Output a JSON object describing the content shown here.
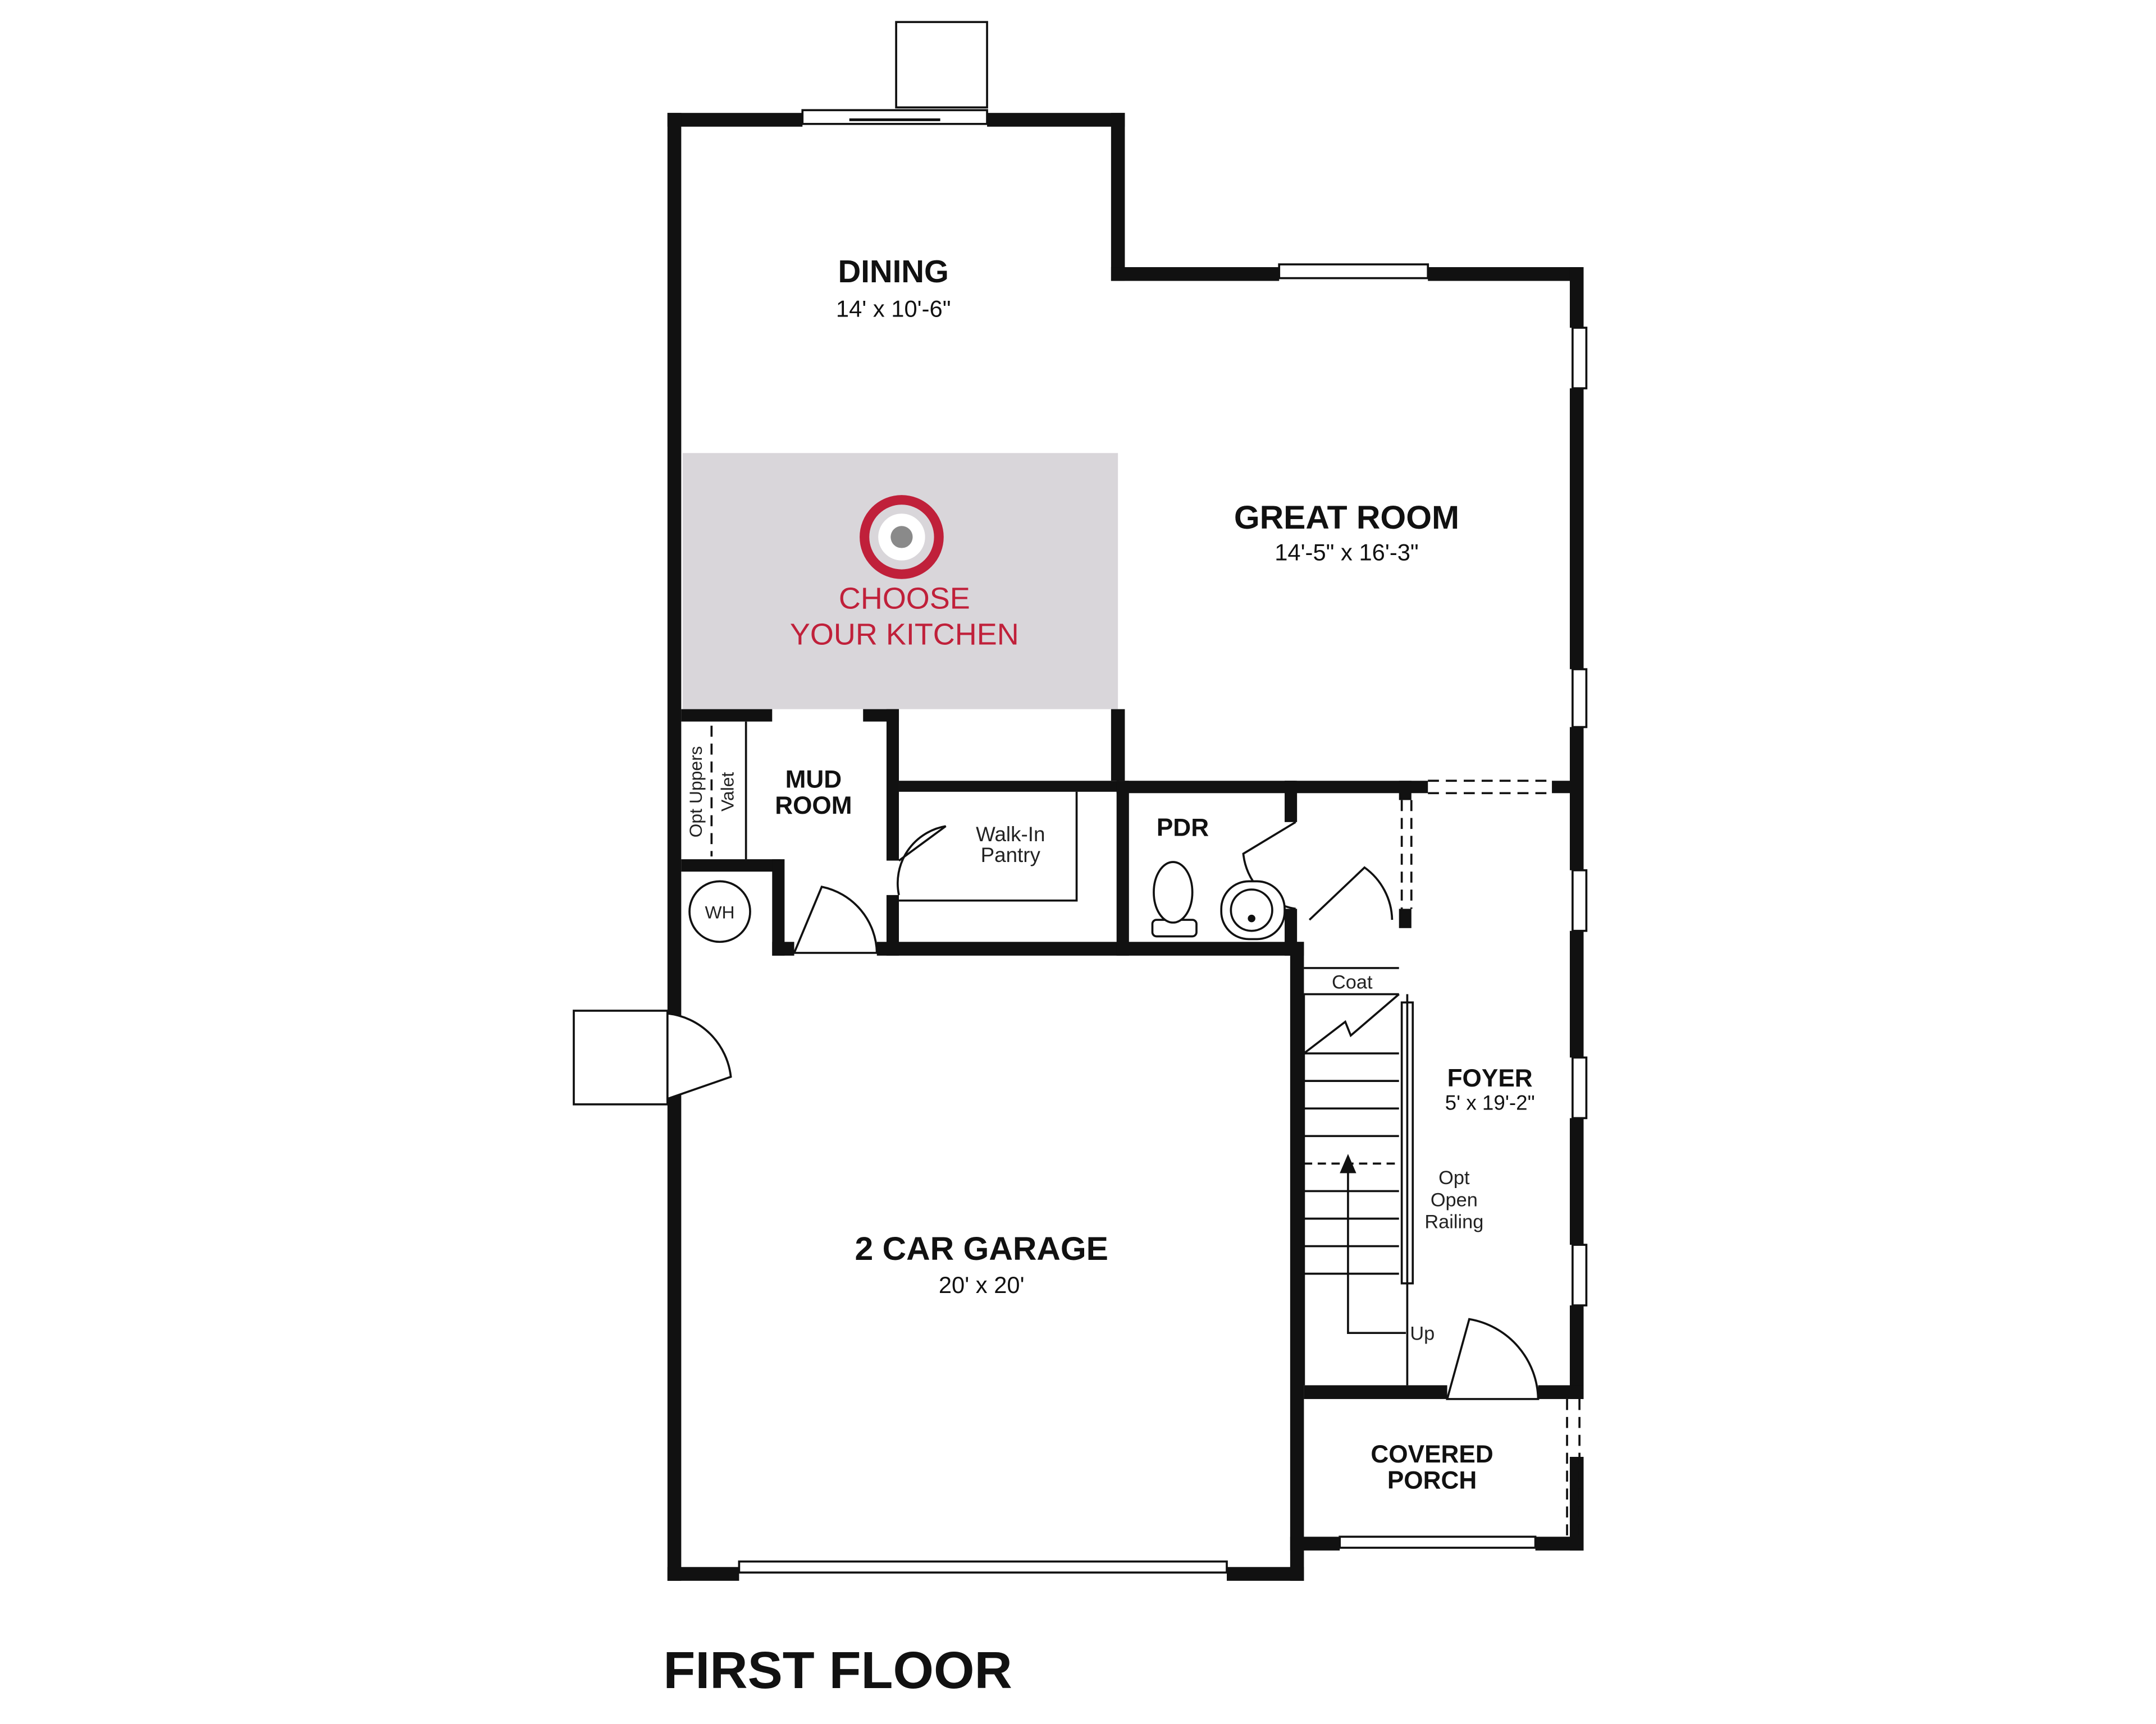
{
  "colors": {
    "wall": "#111111",
    "kitchen_highlight": "#d9d6da",
    "accent": "#c0203a",
    "target_center": "#8a8a8a"
  },
  "floor_title": "FIRST FLOOR",
  "kitchen_cta": {
    "line1": "CHOOSE",
    "line2": "YOUR KITCHEN",
    "icon": "target-icon"
  },
  "rooms": {
    "dining": {
      "name": "DINING",
      "dims": "14' x 10'-6\""
    },
    "great_room": {
      "name": "GREAT ROOM",
      "dims": "14'-5\" x 16'-3\""
    },
    "mud_room": {
      "line1": "MUD",
      "line2": "ROOM"
    },
    "walk_in_pantry": {
      "line1": "Walk-In",
      "line2": "Pantry"
    },
    "pdr": {
      "name": "PDR"
    },
    "garage": {
      "name": "2 CAR GARAGE",
      "dims": "20' x 20'"
    },
    "foyer": {
      "name": "FOYER",
      "dims": "5' x 19'-2\""
    },
    "covered_porch": {
      "line1": "COVERED",
      "line2": "PORCH"
    }
  },
  "labels": {
    "opt_uppers": "Opt Uppers",
    "valet": "Valet",
    "water_heater": "WH",
    "coat": "Coat",
    "up": "Up",
    "opt_railing": [
      "Opt",
      "Open",
      "Railing"
    ]
  }
}
